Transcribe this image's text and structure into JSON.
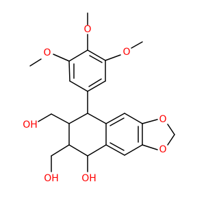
{
  "molecule": {
    "atoms": {
      "o_methoxy_top": "O",
      "o_methoxy_left": "O",
      "o_methoxy_right": "O",
      "o_dioxole_top": "O",
      "o_dioxole_bottom": "O",
      "oh_left_upper": "OH",
      "oh_left_lower": "OH",
      "oh_bottom": "OH"
    },
    "colors": {
      "bond": "#000000",
      "oxygen": "#ff0000"
    }
  }
}
